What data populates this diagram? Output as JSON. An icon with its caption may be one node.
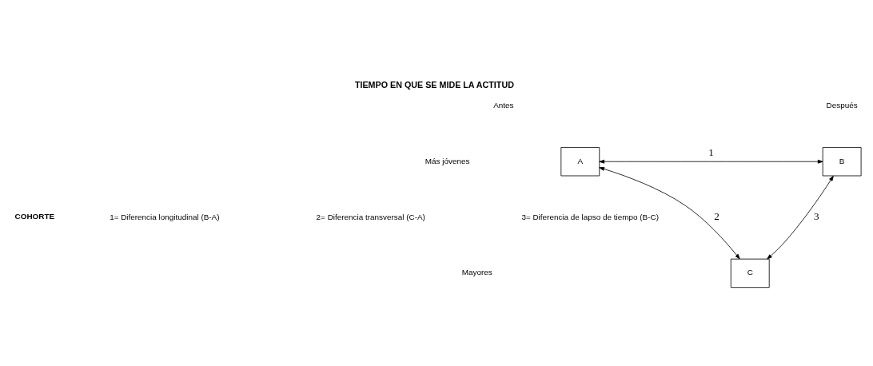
{
  "diagram": {
    "title": "TIEMPO EN QUE SE MIDE LA ACTITUD",
    "nodes": [
      {
        "text": [
          "A"
        ]
      },
      {
        "text": [
          "B"
        ]
      },
      {
        "text": [
          "C"
        ]
      }
    ],
    "edges": [
      {
        "from": 0,
        "to": 1,
        "arrow": "both",
        "label": "1"
      },
      {
        "from": 0,
        "to": 2,
        "arrow": "both",
        "label": "2"
      },
      {
        "from": 1,
        "to": 2,
        "arrow": "both",
        "label": "3"
      }
    ],
    "labels": [
      "Antes",
      "Después",
      "Más jóvenes",
      "COHORTE",
      "Mayores",
      "1= Diferencia longitudinal (B-A)",
      "2= Diferencia transversal (C-A)",
      "3= Diferencia de lapso de tiempo (B-C)"
    ]
  }
}
